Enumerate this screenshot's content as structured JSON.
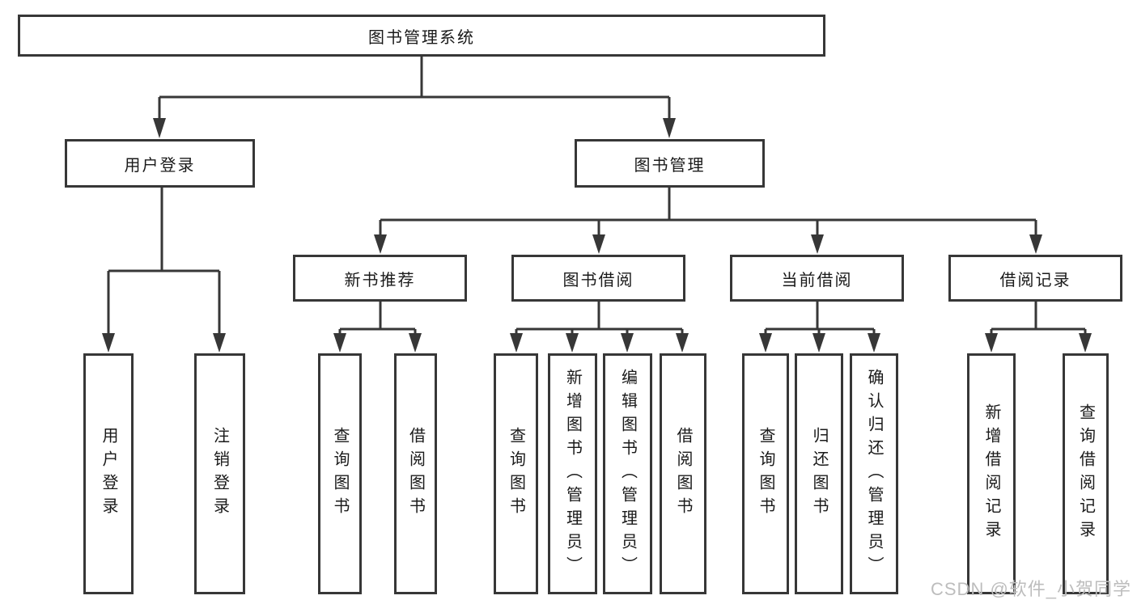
{
  "diagram": {
    "type": "hierarchy-tree",
    "colors": {
      "line": "#373737",
      "box_border": "#373737",
      "box_fill": "#ffffff",
      "text": "#1a1a1a",
      "watermark": "#bdbdbd"
    },
    "nodes": {
      "root": {
        "label": "图书管理系统"
      },
      "level2": [
        {
          "label": "用户登录"
        },
        {
          "label": "图书管理"
        }
      ],
      "level3": [
        {
          "label": "新书推荐"
        },
        {
          "label": "图书借阅"
        },
        {
          "label": "当前借阅"
        },
        {
          "label": "借阅记录"
        }
      ],
      "leaves": {
        "user_login": [
          "用户登录",
          "注销登录"
        ],
        "new_book": [
          "查询图书",
          "借阅图书"
        ],
        "book_borrow": [
          "查询图书",
          "新增图书（管理员）",
          "编辑图书（管理员）",
          "借阅图书"
        ],
        "current_borrow": [
          "查询图书",
          "归还图书",
          "确认归还（管理员）"
        ],
        "borrow_record": [
          "新增借阅记录",
          "查询借阅记录"
        ]
      }
    }
  },
  "watermark": {
    "text": "CSDN @软件_小贺同学"
  }
}
